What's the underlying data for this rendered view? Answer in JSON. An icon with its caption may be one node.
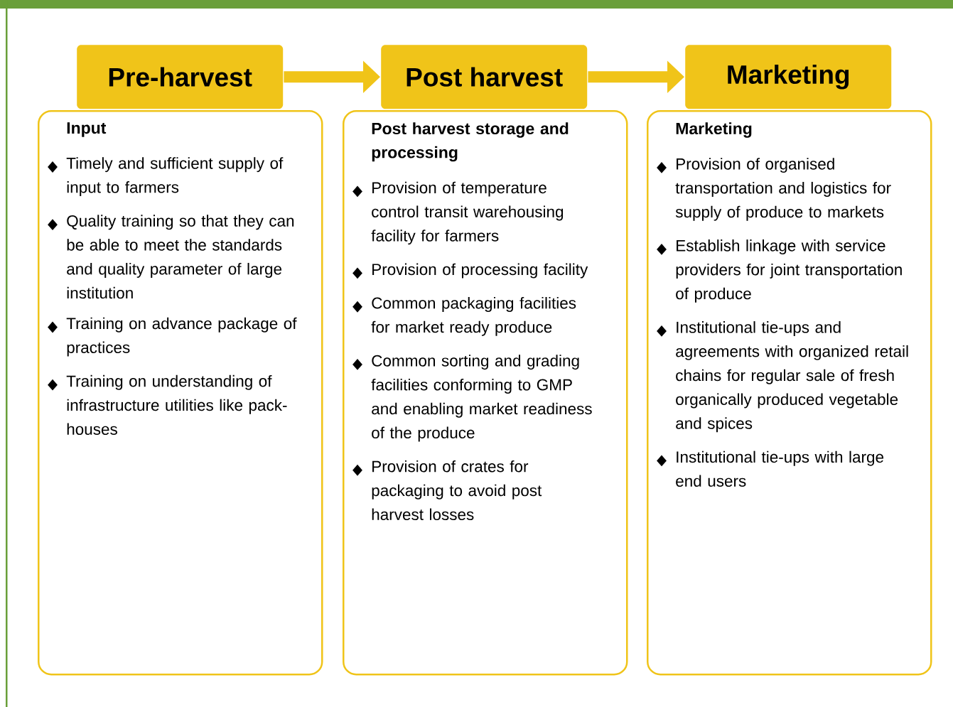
{
  "diagram": {
    "nodes": [
      {
        "text": [
          "Pre-harvest"
        ]
      },
      {
        "text": [
          "Input",
          "Timely  and sufficient supply of input to farmers",
          "Quality training so that they can be able to meet the standards and quality parameter of large institution",
          "Training on advance package of practices",
          "Training  on  understanding of infrastructure utilities like pack- houses"
        ]
      },
      {
        "text": [
          "Post harvest"
        ]
      },
      {
        "text": [
          "Post harvest storage and processing",
          "Provision of temperature control transit warehousing facility for farmers",
          "Provision of processing facility",
          "Common packaging facilities for market ready produce",
          "Common sorting and grading facilities conforming to GMP and enabling market readiness of the produce",
          "Provision of crates for packaging to avoid post harvest losses"
        ]
      },
      {
        "text": [
          "Marketing"
        ]
      },
      {
        "text": [
          "Marketing",
          "Provision of organised transportation and logistics for supply of produce to markets",
          "Establish linkage with service providers for joint transportation of produce",
          "Institutional tie-ups and agreements with organized retail chains for regular sale of fresh organically produced vegetable and spices",
          "Institutional tie-ups with large end users"
        ]
      }
    ],
    "edges": [
      {
        "from": 0,
        "to": 2,
        "arrow": "to"
      },
      {
        "from": 2,
        "to": 4,
        "arrow": "to"
      }
    ]
  }
}
